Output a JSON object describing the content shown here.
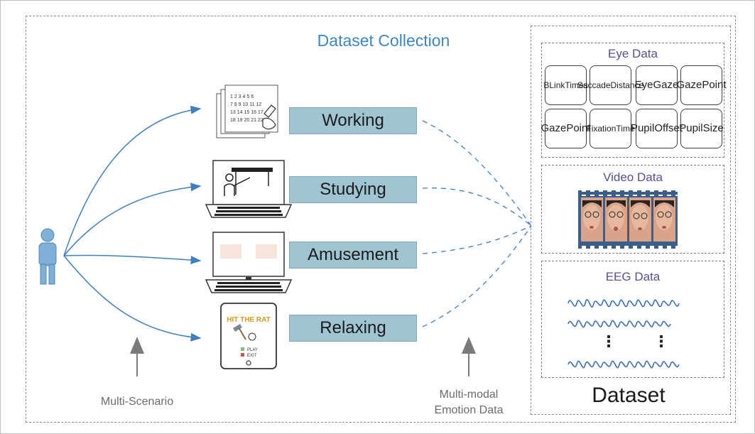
{
  "title": "Dataset Collection",
  "scenarios": [
    {
      "label": "Working",
      "icon": "worksheet-icon"
    },
    {
      "label": "Studying",
      "icon": "lecture-laptop-icon"
    },
    {
      "label": "Amusement",
      "icon": "video-laptop-icon"
    },
    {
      "label": "Relaxing",
      "icon": "game-tablet-icon"
    }
  ],
  "captions": {
    "multi_scenario": "Multi-Scenario",
    "multi_modal_line1": "Multi-modal",
    "multi_modal_line2": "Emotion Data"
  },
  "eye_data": {
    "title": "Eye Data",
    "cells": [
      [
        "BLink",
        "Times"
      ],
      [
        "Saccade",
        "Distance"
      ],
      [
        "Eye",
        "Gaze"
      ],
      [
        "Gaze",
        "Point"
      ],
      [
        "Gaze",
        "Point"
      ],
      [
        "Fixation",
        "Time"
      ],
      [
        "Pupil",
        "Offset"
      ],
      [
        "Pupil",
        "Size"
      ]
    ]
  },
  "video_data": {
    "title": "Video Data"
  },
  "eeg_data": {
    "title": "EEG Data",
    "ellipsis": "⋮"
  },
  "dataset_label": "Dataset",
  "game_screen": {
    "title": "HIT THE RAT",
    "play": "PLAY",
    "exit": "EXIT"
  },
  "worksheet_numbers": [
    "1 2 3 4 5 6",
    "7 8 9 10 11 12",
    "13 14 15 16 17",
    "18 19 20 21 22"
  ],
  "colors": {
    "title": "#3d86c6",
    "scenario_box": "#9fc5d3",
    "arrow": "#3f7fbf",
    "panel_title": "#5a4f8f",
    "eeg_wave": "#3f6fb0",
    "person": "#7fb0d8"
  }
}
